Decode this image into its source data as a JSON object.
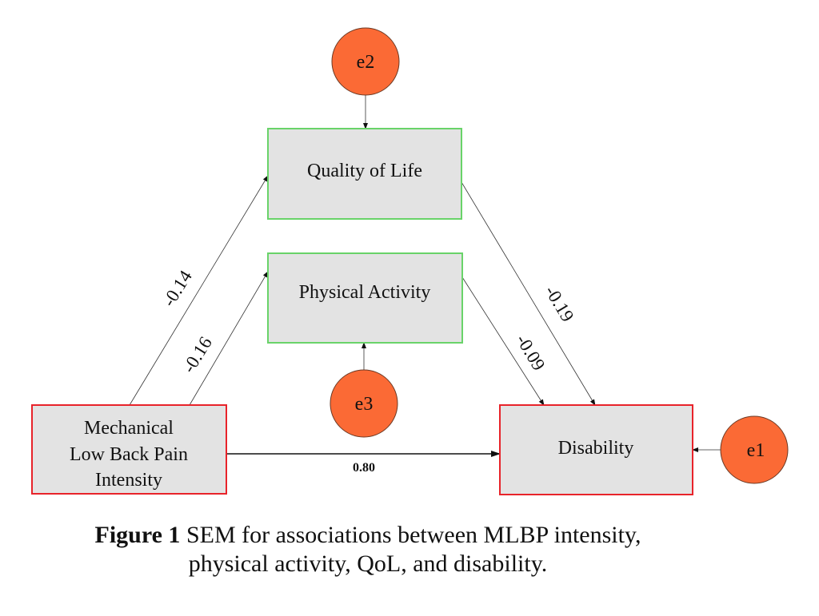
{
  "diagram": {
    "type": "structural-equation-model",
    "nodes": {
      "mlbp": {
        "label_lines": [
          "Mechanical",
          "Low Back Pain",
          "Intensity"
        ],
        "kind": "observed-exogenous",
        "border_color": "#e8232a"
      },
      "qol": {
        "label": "Quality of Life",
        "kind": "observed-mediator",
        "border_color": "#69d369"
      },
      "pa": {
        "label": "Physical Activity",
        "kind": "observed-mediator",
        "border_color": "#69d369"
      },
      "disability": {
        "label": "Disability",
        "kind": "observed-outcome",
        "border_color": "#e8232a"
      }
    },
    "errors": {
      "e1": {
        "label": "e1",
        "target": "disability"
      },
      "e2": {
        "label": "e2",
        "target": "qol"
      },
      "e3": {
        "label": "e3",
        "target": "pa"
      }
    },
    "paths": [
      {
        "from": "mlbp",
        "to": "qol",
        "coefficient": "-0.14"
      },
      {
        "from": "mlbp",
        "to": "pa",
        "coefficient": "-0.16"
      },
      {
        "from": "qol",
        "to": "disability",
        "coefficient": "-0.19"
      },
      {
        "from": "pa",
        "to": "disability",
        "coefficient": "-0.09"
      },
      {
        "from": "mlbp",
        "to": "disability",
        "coefficient": "0.80"
      }
    ],
    "colors": {
      "error_fill": "#fb6a35",
      "box_fill": "#e3e3e3"
    }
  },
  "caption": {
    "label": "Figure 1",
    "text_line1": " SEM for associations between MLBP intensity,",
    "text_line2": "physical activity, QoL, and disability."
  }
}
